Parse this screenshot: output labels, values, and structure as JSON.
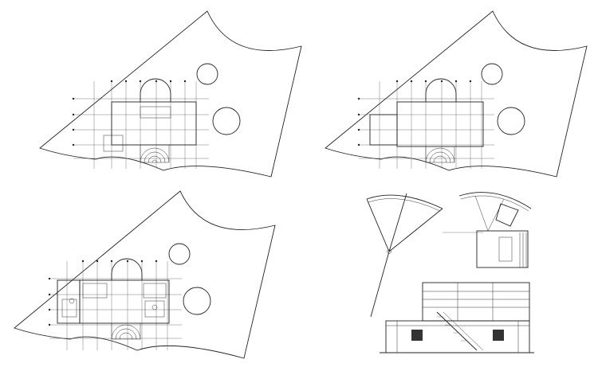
{
  "drawing": {
    "background": "#ffffff",
    "line_color": "#222222",
    "panels": [
      {
        "id": "site-plan-top-left"
      },
      {
        "id": "site-plan-top-right-roof"
      },
      {
        "id": "site-plan-bottom-left-floor"
      },
      {
        "id": "section-and-elevations-bottom-right"
      }
    ]
  }
}
